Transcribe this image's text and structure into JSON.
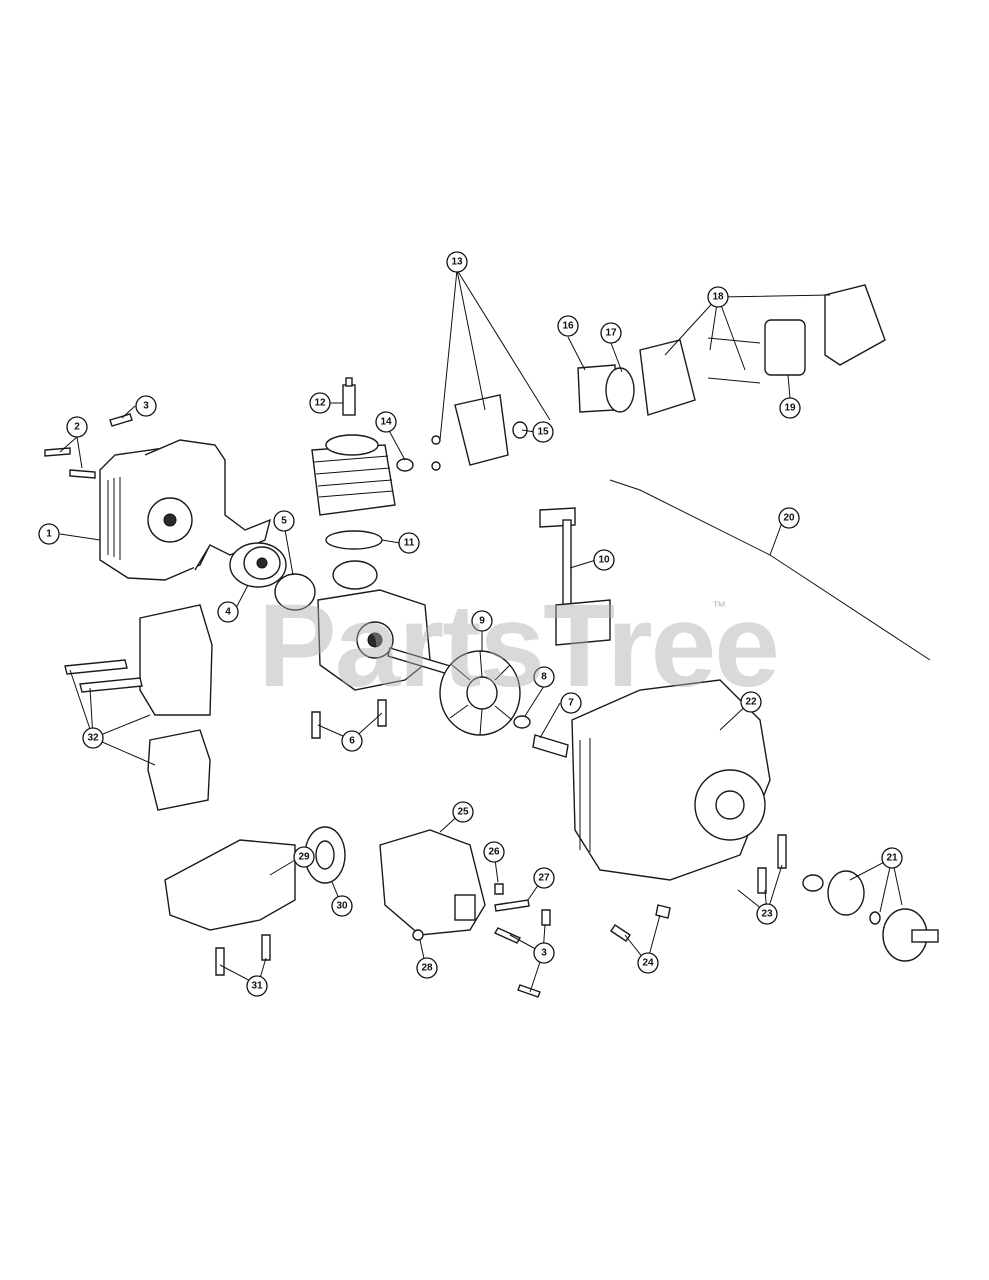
{
  "header_code": "",
  "watermark": "PartsTree",
  "trademark": "™",
  "callouts": [
    "1",
    "2",
    "3",
    "4",
    "5",
    "6",
    "7",
    "8",
    "9",
    "10",
    "11",
    "12",
    "13",
    "14",
    "15",
    "16",
    "17",
    "18",
    "19",
    "20",
    "21",
    "22",
    "23",
    "24",
    "25",
    "26",
    "27",
    "28",
    "29",
    "30",
    "31",
    "32"
  ]
}
